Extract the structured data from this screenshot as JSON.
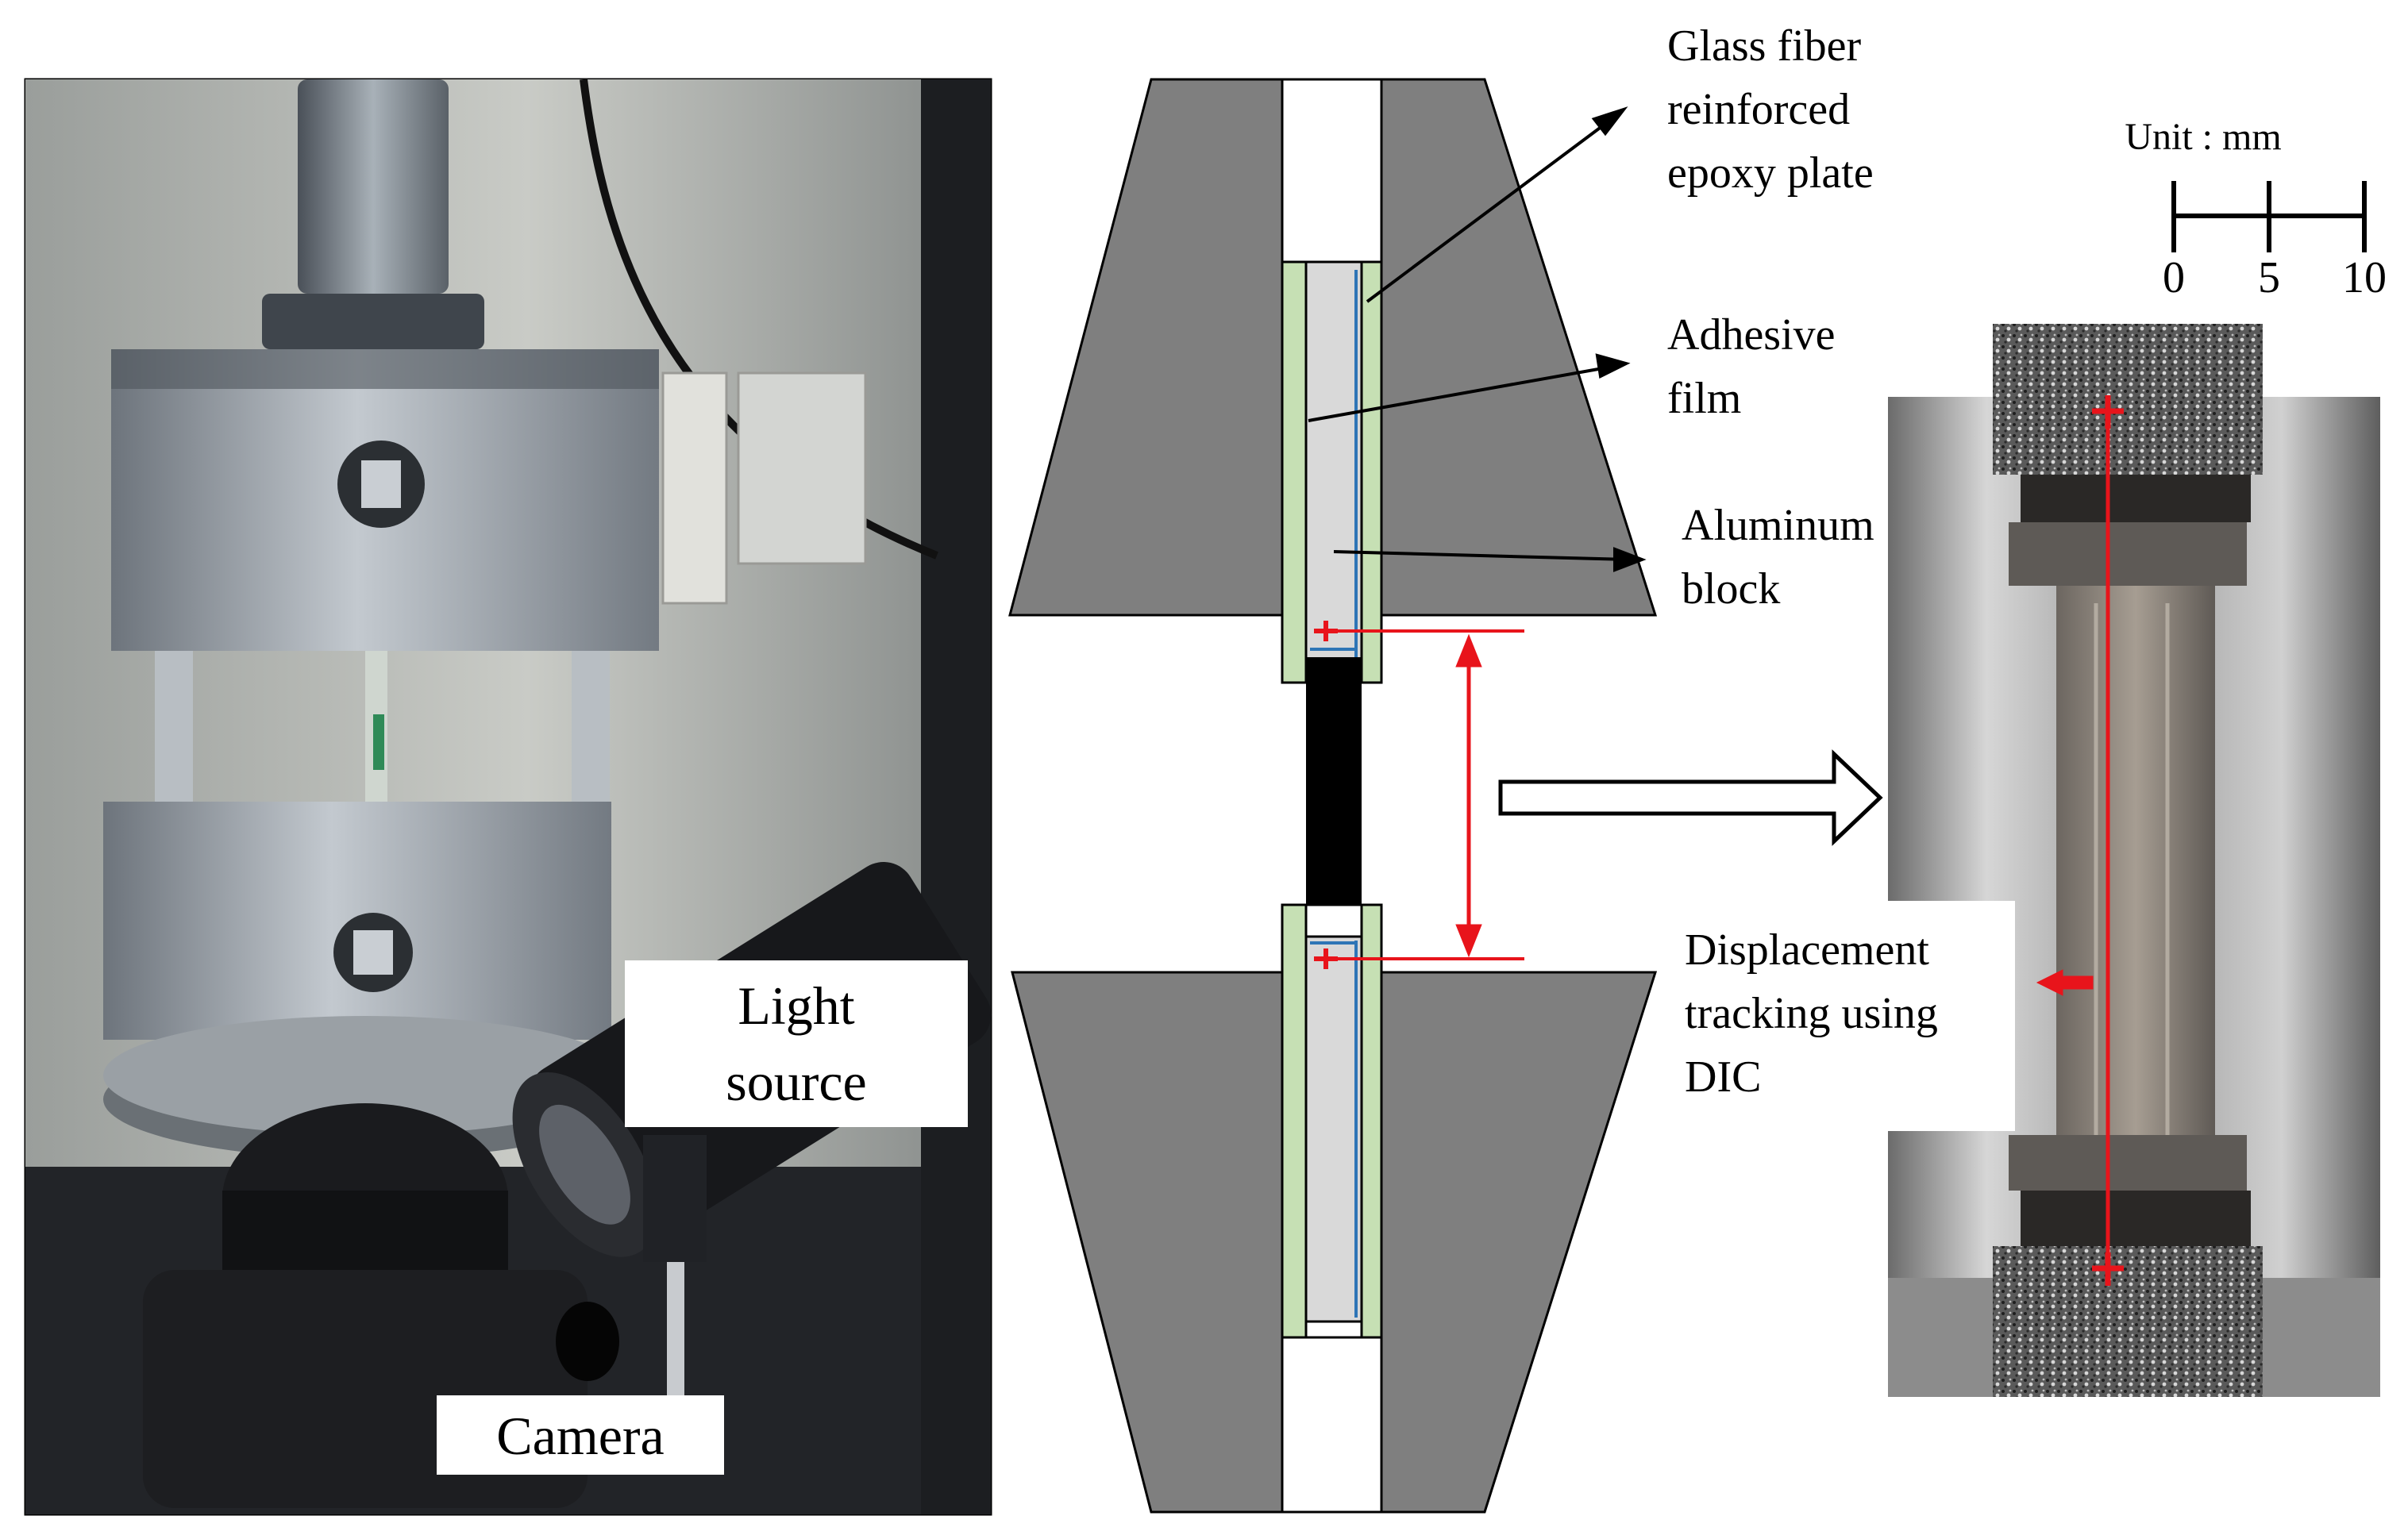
{
  "photo_labels": {
    "light_source": [
      "Light",
      "source"
    ],
    "camera": "Camera"
  },
  "diagram_labels": {
    "glass_fiber": [
      "Glass fiber",
      "reinforced",
      "epoxy plate"
    ],
    "adhesive": [
      "Adhesive",
      "film"
    ],
    "aluminum": [
      "Aluminum",
      "block"
    ],
    "dic": [
      "Displacement",
      "tracking using",
      "DIC"
    ]
  },
  "scale_bar": {
    "unit_label": "Unit : mm",
    "ticks": [
      "0",
      "5",
      "10"
    ]
  },
  "colors": {
    "grip": "#7f7f7f",
    "adhesive_green": "#c6e0b4",
    "aluminum_gray": "#d9d9d9",
    "specimen": "#000000",
    "marker_red": "#e8141b",
    "accent_blue": "#2e75b6"
  }
}
